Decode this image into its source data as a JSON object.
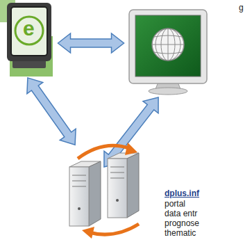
{
  "diagram": {
    "labels": [
      "g",
      "e",
      "dplus.inf",
      "portal",
      "data entr",
      "prognose",
      "thematic"
    ]
  }
}
